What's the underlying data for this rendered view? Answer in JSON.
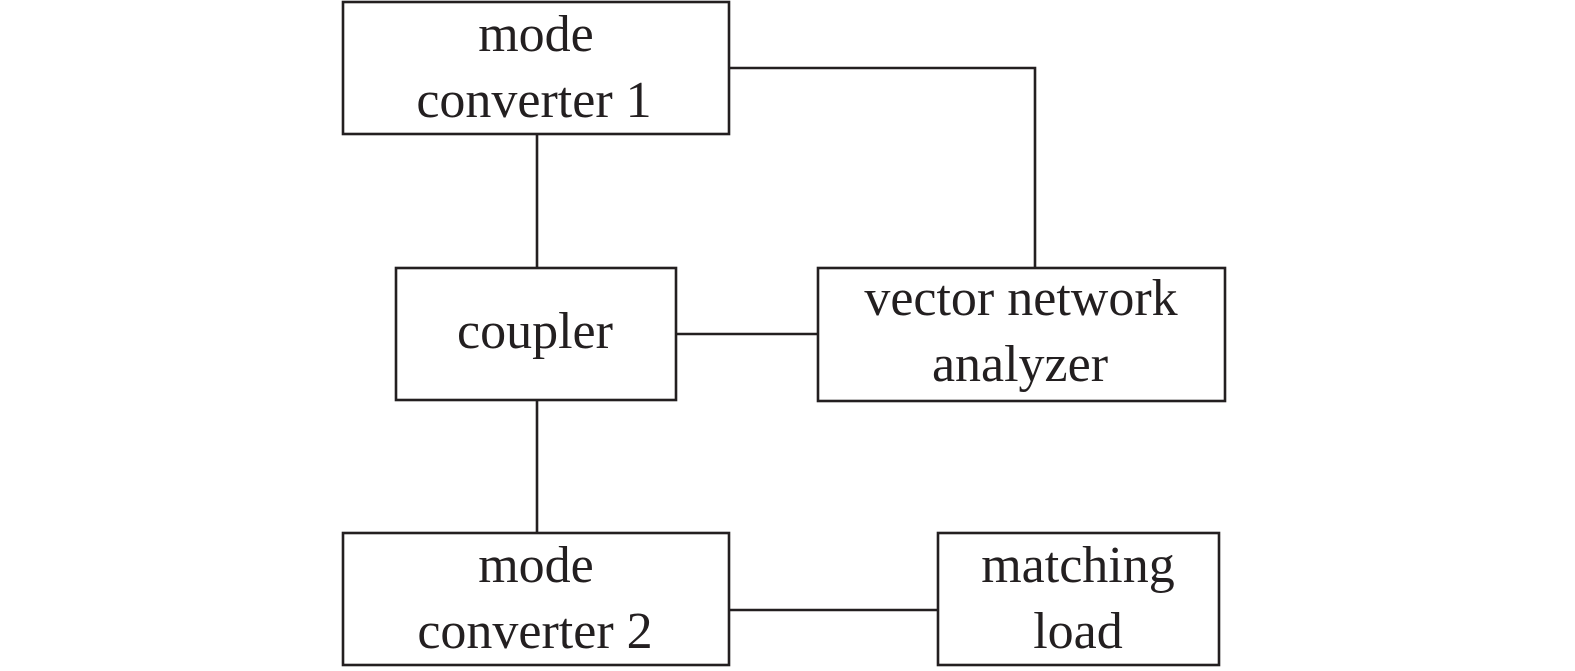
{
  "diagram": {
    "blocks": {
      "mode_converter_1": {
        "line1": "mode",
        "line2": "converter 1"
      },
      "coupler": {
        "line1": "coupler"
      },
      "vector_network_analyzer": {
        "line1": "vector network",
        "line2": "analyzer"
      },
      "mode_converter_2": {
        "line1": "mode",
        "line2": "converter 2"
      },
      "matching_load": {
        "line1": "matching",
        "line2": "load"
      }
    },
    "connections": [
      {
        "from": "mode converter 1",
        "to": "coupler"
      },
      {
        "from": "mode converter 1",
        "to": "vector network analyzer"
      },
      {
        "from": "coupler",
        "to": "vector network analyzer"
      },
      {
        "from": "coupler",
        "to": "mode converter 2"
      },
      {
        "from": "mode converter 2",
        "to": "matching load"
      }
    ]
  }
}
